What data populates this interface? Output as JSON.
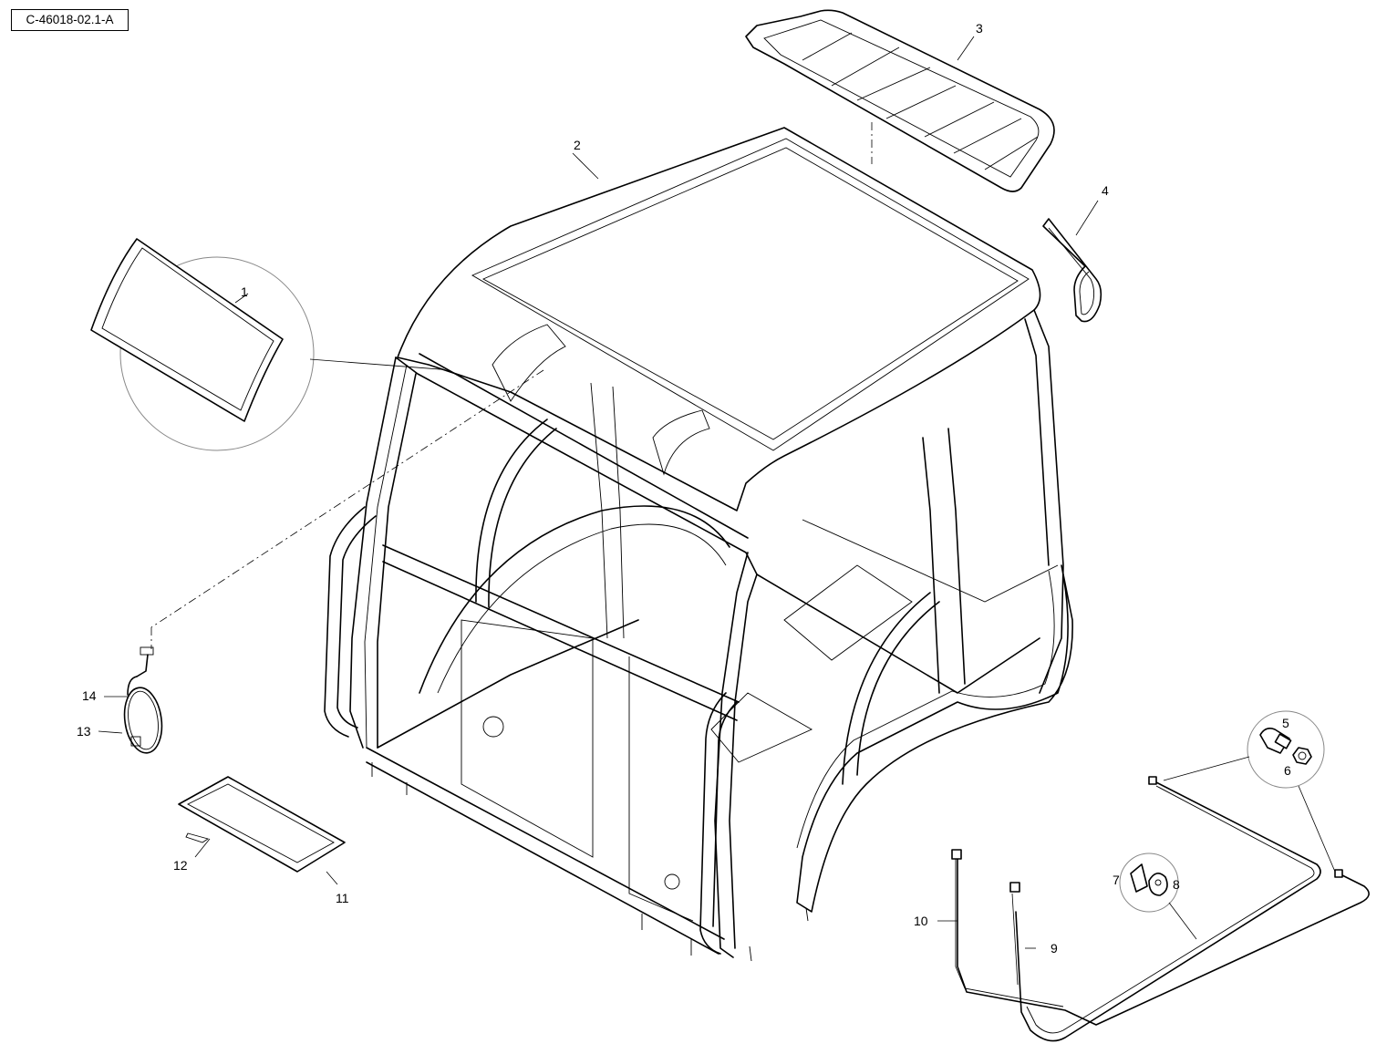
{
  "diagram_ref": "C-46018-02.1-A",
  "callouts": [
    "1",
    "2",
    "3",
    "4",
    "5",
    "6",
    "7",
    "8",
    "9",
    "10",
    "11",
    "12",
    "13",
    "14"
  ]
}
